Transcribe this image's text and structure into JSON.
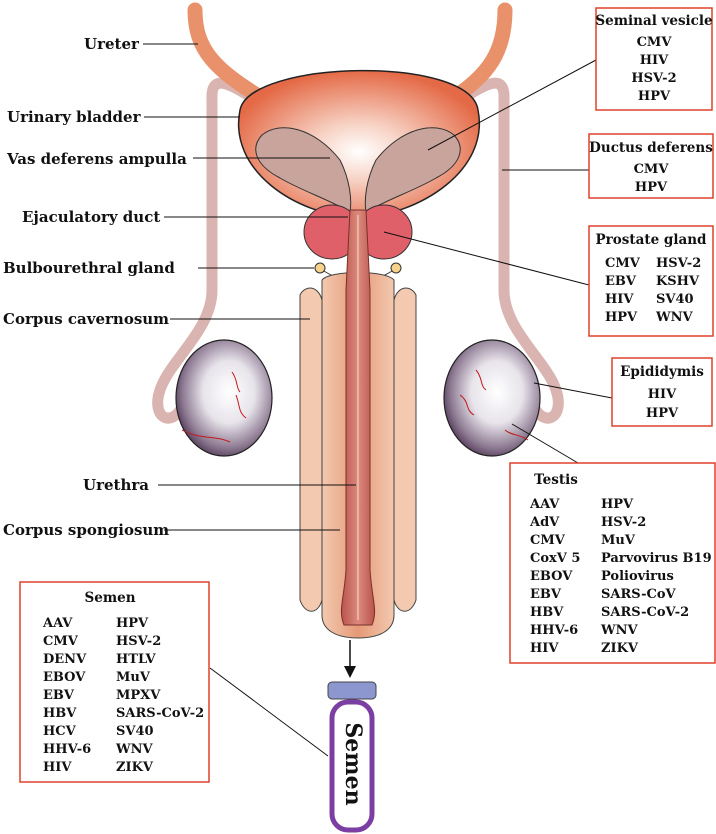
{
  "colors": {
    "box_border": "#e0402a",
    "ureter": "#e8916b",
    "bladder": "#e87c5a",
    "duct": "#d9b4b0",
    "prostate": "#e0606a",
    "penis": "#e7a382",
    "urethra": "#c9625a",
    "tube_outline": "#7b3fa3",
    "tube_cap": "#8c96cf"
  },
  "labels": {
    "ureter": "Ureter",
    "bladder": "Urinary bladder",
    "ampulla": "Vas deferens ampulla",
    "ejaculatory": "Ejaculatory duct",
    "bulbourethral": "Bulbourethral gland",
    "cavernosum": "Corpus cavernosum",
    "urethra": "Urethra",
    "spongiosum": "Corpus spongiosum",
    "tube": "Semen"
  },
  "boxes": {
    "seminal": {
      "title": "Seminal vesicle",
      "col1": [
        "CMV",
        "HIV",
        "HSV-2",
        "HPV"
      ]
    },
    "ductus": {
      "title": "Ductus deferens",
      "col1": [
        "CMV",
        "HPV"
      ]
    },
    "prostate": {
      "title": "Prostate gland",
      "col1": [
        "CMV",
        "EBV",
        "HIV",
        "HPV"
      ],
      "col2": [
        "HSV-2",
        "KSHV",
        "SV40",
        "WNV"
      ]
    },
    "epididymis": {
      "title": "Epididymis",
      "col1": [
        "HIV",
        "HPV"
      ]
    },
    "testis": {
      "title": "Testis",
      "col1": [
        "AAV",
        "AdV",
        "CMV",
        "CoxV 5",
        "EBOV",
        "EBV",
        "HBV",
        "HHV-6",
        "HIV"
      ],
      "col2": [
        "HPV",
        "HSV-2",
        "MuV",
        "Parvovirus B19",
        "Poliovirus",
        "SARS-CoV",
        "SARS-CoV-2",
        "WNV",
        "ZIKV"
      ]
    },
    "semen": {
      "title": "Semen",
      "col1": [
        "AAV",
        "CMV",
        "DENV",
        "EBOV",
        "EBV",
        "HBV",
        "HCV",
        "HHV-6",
        "HIV"
      ],
      "col2": [
        "HPV",
        "HSV-2",
        "HTLV",
        "MuV",
        "MPXV",
        "SARS-CoV-2",
        "SV40",
        "WNV",
        "ZIKV"
      ]
    }
  }
}
